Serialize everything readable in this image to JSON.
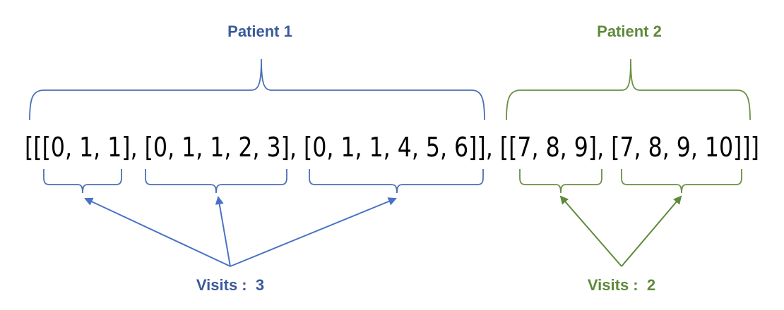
{
  "patients": [
    {
      "label": "Patient 1",
      "visits_label": "Visits :  3",
      "color": "#4a6fb5",
      "visit_count": 3
    },
    {
      "label": "Patient 2",
      "visits_label": "Visits :  2",
      "color": "#6a8f42",
      "visit_count": 2
    }
  ],
  "sequence": "[[[0, 1, 1], [0, 1, 1, 2, 3], [0, 1, 1, 4, 5, 6]], [[7, 8, 9], [7, 8, 9, 10]]]",
  "colors": {
    "patient1": "#3a5a9a",
    "patient2": "#5e8a3a",
    "text": "#000000"
  }
}
